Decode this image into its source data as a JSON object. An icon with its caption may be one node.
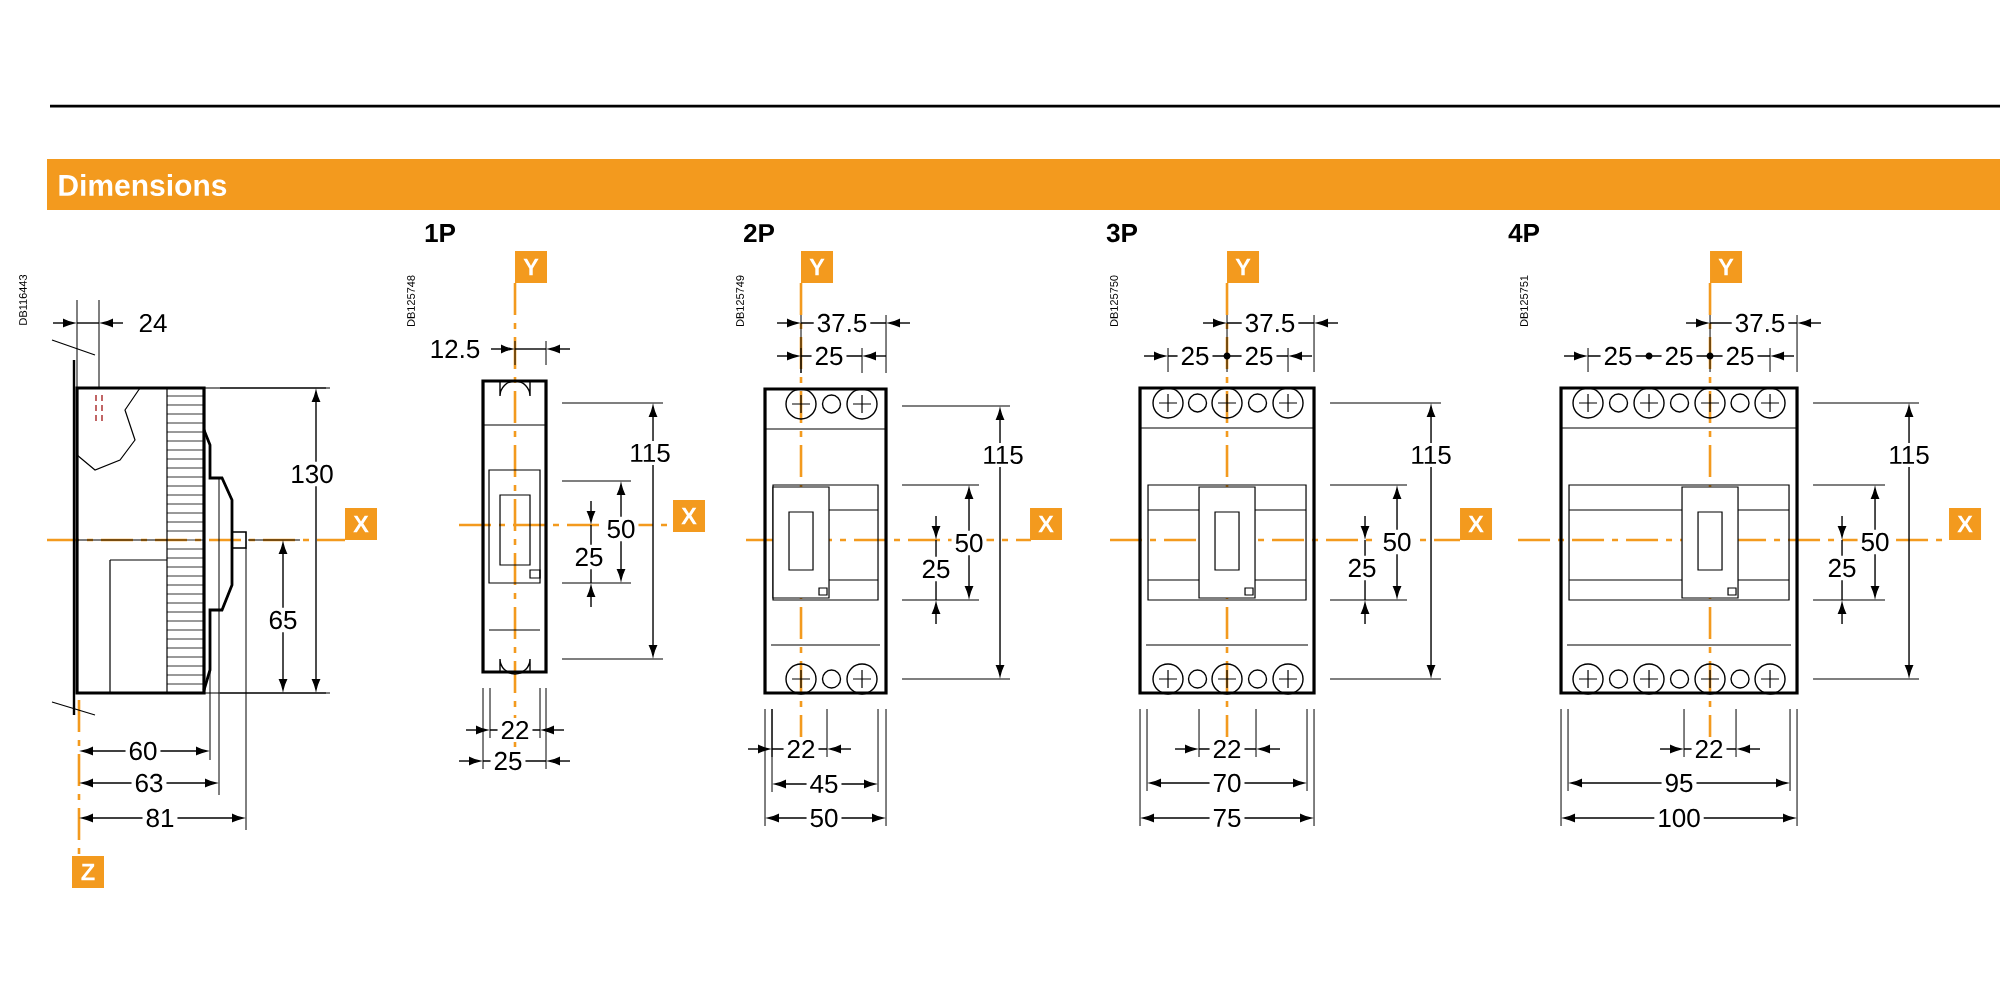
{
  "diagram": {
    "title": "Dimensions",
    "nodes": [
      {
        "text": [
          "X"
        ]
      },
      {
        "text": [
          "Z"
        ]
      },
      {
        "text": [
          "Y"
        ]
      },
      {
        "text": [
          "X"
        ]
      },
      {
        "text": [
          "Y"
        ]
      },
      {
        "text": [
          "X"
        ]
      },
      {
        "text": [
          "Y"
        ]
      },
      {
        "text": [
          "X"
        ]
      },
      {
        "text": [
          "Y"
        ]
      },
      {
        "text": [
          "X"
        ]
      }
    ],
    "labels": [
      "DB116443",
      "24",
      "130",
      "65",
      "60",
      "63",
      "81",
      "1P",
      "DB125748",
      "12.5",
      "115",
      "50",
      "25",
      "22",
      "25",
      "2P",
      "DB125749",
      "37.5",
      "25",
      "115",
      "50",
      "25",
      "22",
      "45",
      "50",
      "3P",
      "DB125750",
      "37.5",
      "25",
      "25",
      "115",
      "50",
      "25",
      "22",
      "70",
      "75",
      "4P",
      "DB125751",
      "37.5",
      "25",
      "25",
      "25",
      "115",
      "50",
      "25",
      "22",
      "95",
      "100"
    ]
  }
}
